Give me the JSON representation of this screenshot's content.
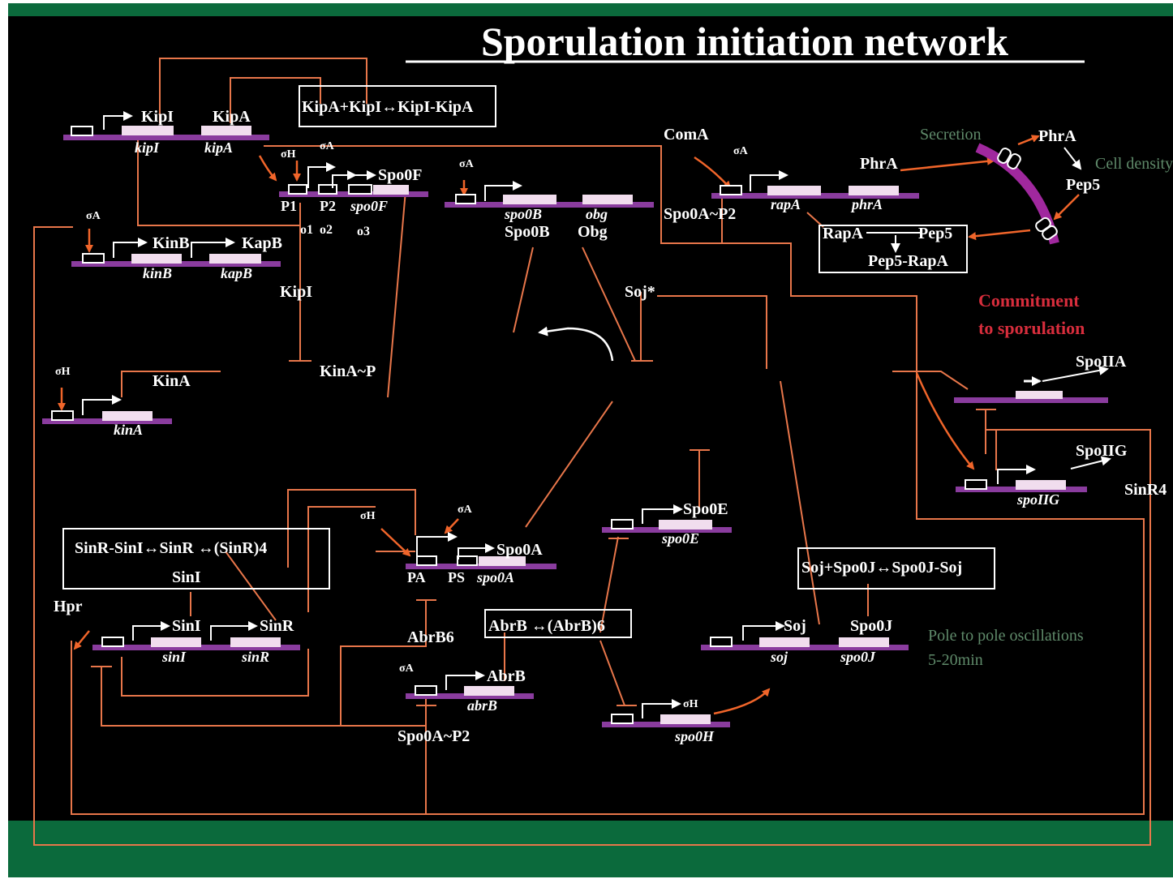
{
  "title": "Sporulation initiation network",
  "colors": {
    "background": "#000000",
    "frame_green": "#0b6a3c",
    "wire": "#e8764a",
    "arrow_orange": "#f0652a",
    "gene_bar": "#8a3c9e",
    "gene_box": "#f1ddee",
    "text": "#ffffff",
    "commitment": "#d72d3c",
    "note_green": "#5f8a6a",
    "membrane": "#a0289e"
  },
  "labels": {
    "kipI_protein": "KipI",
    "kipI_gene": "kipI",
    "kipA_protein": "KipA",
    "kipA_gene": "kipA",
    "kip_complex": "KipA+KipI↔KipI-KipA",
    "sigmaH_1": "σH",
    "sigmaA_1": "σA",
    "spo0F_protein": "Spo0F",
    "spo0F_gene": "spo0F",
    "p1": "P1",
    "p2": "P2",
    "o1": "o1",
    "o2": "o2",
    "o3": "o3",
    "sigmaA_2": "σA",
    "spo0B_gene": "spo0B",
    "obg_gene": "obg",
    "spo0B_protein": "Spo0B",
    "obg_protein": "Obg",
    "comA": "ComA",
    "sigmaA_3": "σA",
    "rapA_gene": "rapA",
    "phrA_gene": "phrA",
    "phrA_1": "PhrA",
    "spo0A_p2_1": "Spo0A~P2",
    "secretion": "Secretion",
    "phrA_2": "PhrA",
    "cell_density": "Cell density",
    "pep5_1": "Pep5",
    "rapA_box_rapA": "RapA",
    "rapA_box_pep5": "Pep5",
    "rapA_box_complex": "Pep5-RapA",
    "sigmaA_4": "σA",
    "kinB_protein": "KinB",
    "kapB_protein": "KapB",
    "kinB_gene": "kinB",
    "kapB_gene": "kapB",
    "kipI_2": "KipI",
    "soj_star": "Soj*",
    "commitment_1": "Commitment",
    "commitment_2": "to sporulation",
    "spoIIA": "SpoIIA",
    "sigmaH_2": "σH",
    "kinA_protein": "KinA",
    "kinA_gene": "kinA",
    "kinA_p": "KinA~P",
    "spoIIG": "SpoIIG",
    "spoIIG_gene": "spoIIG",
    "sinR4": "SinR4",
    "spo0E_protein": "Spo0E",
    "spo0E_gene": "spo0E",
    "sigmaH_3": "σH",
    "sigmaA_5": "σA",
    "spo0A_protein": "Spo0A",
    "pA": "PA",
    "pS": "PS",
    "spo0A_gene": "spo0A",
    "sin_complex": "SinR-SinI↔SinR ↔(SinR)4",
    "sinI_in_box": "SinI",
    "soj_complex": "Soj+Spo0J↔Spo0J-Soj",
    "hpr": "Hpr",
    "sinI_protein": "SinI",
    "sinR_protein": "SinR",
    "sinI_gene": "sinI",
    "sinR_gene": "sinR",
    "abrB6": "AbrB6",
    "abrB_complex": "AbrB ↔(AbrB)6",
    "soj_protein": "Soj",
    "spo0J_protein": "Spo0J",
    "soj_gene": "soj",
    "spo0J_gene": "spo0J",
    "pole_1": "Pole to pole oscillations",
    "pole_2": "5-20min",
    "sigmaA_6": "σA",
    "abrB_protein": "AbrB",
    "abrB_gene": "abrB",
    "spo0A_p2_2": "Spo0A~P2",
    "sigmaH_4": "σH",
    "spo0H_gene": "spo0H"
  }
}
